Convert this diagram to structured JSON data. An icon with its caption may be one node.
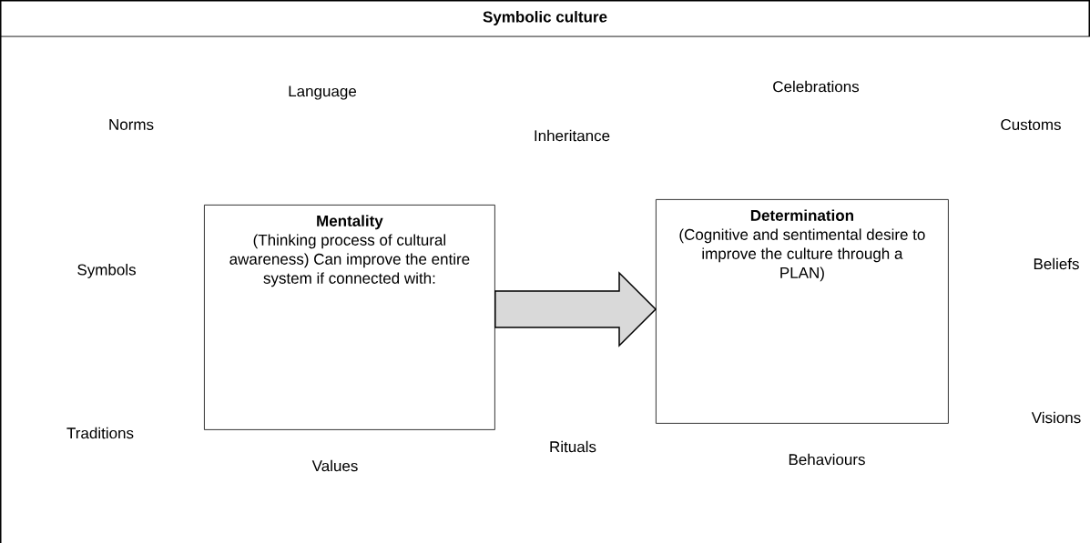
{
  "diagram": {
    "title": "Symbolic culture",
    "nodes": [
      {
        "text": [
          "Mentality",
          "(Thinking process of cultural awareness) Can improve the entire system if connected with:"
        ]
      },
      {
        "text": [
          "Determination",
          "(Cognitive and sentimental desire to improve the culture through a PLAN)"
        ]
      }
    ],
    "edges": [
      {
        "from": 0,
        "to": 1,
        "arrow": "to",
        "style": "thick"
      }
    ],
    "labels": [
      "Language",
      "Celebrations",
      "Norms",
      "Inheritance",
      "Customs",
      "Symbols",
      "Beliefs",
      "Traditions",
      "Visions",
      "Rituals",
      "Behaviours",
      "Values"
    ]
  }
}
